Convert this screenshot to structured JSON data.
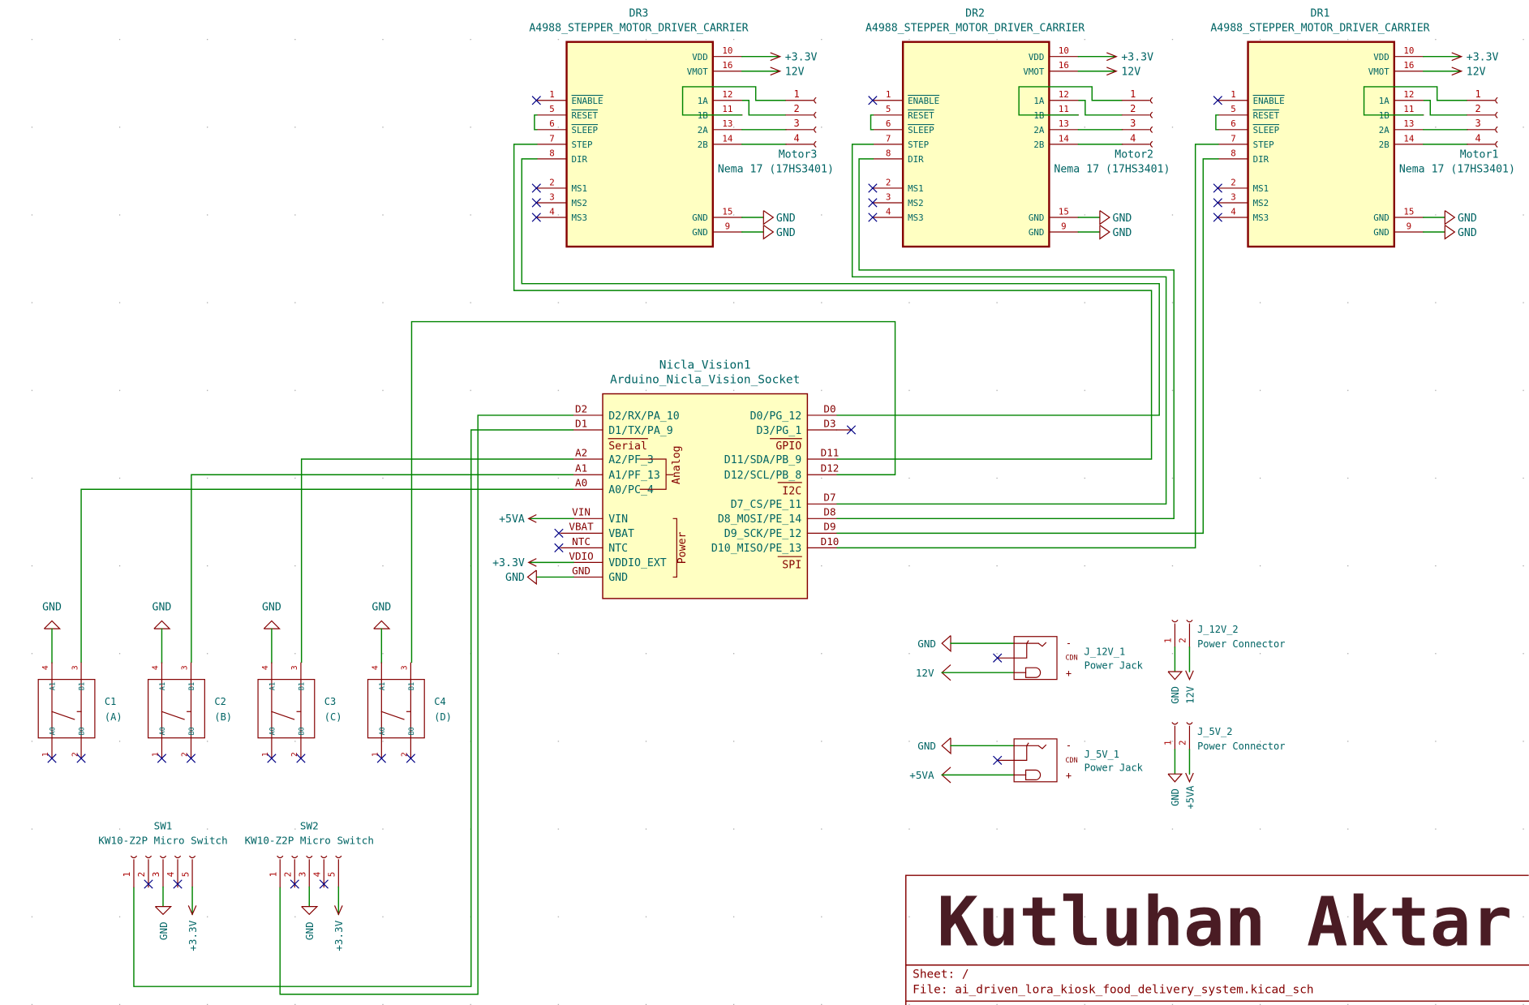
{
  "colors": {
    "component": "#840000",
    "wire": "#008400",
    "label": "#006464",
    "pin_number": "#a90000",
    "no_connect": "#000084",
    "body_fill": "#ffffc2",
    "title_text": "#4a1c24"
  },
  "drivers": [
    {
      "ref": "DR3",
      "value": "A4988_STEPPER_MOTOR_DRIVER_CARRIER",
      "motor_ref": "Motor3",
      "motor_value": "Nema 17 (17HS3401)",
      "vdd_net": "+3.3V",
      "vmot_net": "12V",
      "gnd_net": "GND"
    },
    {
      "ref": "DR2",
      "value": "A4988_STEPPER_MOTOR_DRIVER_CARRIER",
      "motor_ref": "Motor2",
      "motor_value": "Nema 17 (17HS3401)",
      "vdd_net": "+3.3V",
      "vmot_net": "12V",
      "gnd_net": "GND"
    },
    {
      "ref": "DR1",
      "value": "A4988_STEPPER_MOTOR_DRIVER_CARRIER",
      "motor_ref": "Motor1",
      "motor_value": "Nema 17 (17HS3401)",
      "vdd_net": "+3.3V",
      "vmot_net": "12V",
      "gnd_net": "GND"
    }
  ],
  "driver_pins": {
    "left": [
      {
        "name": "ENABLE",
        "num": "1",
        "overbar": true,
        "nc": true
      },
      {
        "name": "RESET",
        "num": "5",
        "overbar": true,
        "nc": false
      },
      {
        "name": "SLEEP",
        "num": "6",
        "overbar": true,
        "nc": false
      },
      {
        "name": "STEP",
        "num": "7",
        "overbar": false,
        "nc": false
      },
      {
        "name": "DIR",
        "num": "8",
        "overbar": false,
        "nc": false
      },
      {
        "name": "MS1",
        "num": "2",
        "overbar": false,
        "nc": true
      },
      {
        "name": "MS2",
        "num": "3",
        "overbar": false,
        "nc": true
      },
      {
        "name": "MS3",
        "num": "4",
        "overbar": false,
        "nc": true
      }
    ],
    "right": [
      {
        "name": "VDD",
        "num": "10"
      },
      {
        "name": "VMOT",
        "num": "16"
      },
      {
        "name": "1A",
        "num": "12"
      },
      {
        "name": "1B",
        "num": "11"
      },
      {
        "name": "2A",
        "num": "13"
      },
      {
        "name": "2B",
        "num": "14"
      },
      {
        "name": "GND",
        "num": "15"
      },
      {
        "name": "GND",
        "num": "9"
      }
    ],
    "motor_pins": [
      "1",
      "2",
      "3",
      "4"
    ]
  },
  "nicla": {
    "ref": "Nicla_Vision1",
    "value": "Arduino_Nicla_Vision_Socket",
    "left_pins": [
      {
        "net": "D2",
        "name": "D2/RX/PA_10"
      },
      {
        "net": "D1",
        "name": "D1/TX/PA_9"
      },
      {
        "net": "A2",
        "name": "A2/PF_3"
      },
      {
        "net": "A1",
        "name": "A1/PF_13"
      },
      {
        "net": "A0",
        "name": "A0/PC_4"
      },
      {
        "net": "VIN",
        "name": "VIN"
      },
      {
        "net": "VBAT",
        "name": "VBAT"
      },
      {
        "net": "NTC",
        "name": "NTC"
      },
      {
        "net": "VDIO",
        "name": "VDDIO_EXT"
      },
      {
        "net": "GND",
        "name": "GND"
      }
    ],
    "right_pins": [
      {
        "net": "D0",
        "name": "D0/PG_12"
      },
      {
        "net": "D3",
        "name": "D3/PG_1"
      },
      {
        "net": "D11",
        "name": "D11/SDA/PB_9"
      },
      {
        "net": "D12",
        "name": "D12/SCL/PB_8"
      },
      {
        "net": "D7",
        "name": "D7_CS/PE_11"
      },
      {
        "net": "D8",
        "name": "D8_MOSI/PE_14"
      },
      {
        "net": "D9",
        "name": "D9_SCK/PE_12"
      },
      {
        "net": "D10",
        "name": "D10_MISO/PE_13"
      }
    ],
    "groups": {
      "serial": "Serial",
      "analog": "Analog",
      "power": "Power",
      "gpio": "GPIO",
      "i2c": "I2C",
      "spi": "SPI"
    },
    "power_nets": {
      "vin": "+5VA",
      "vdio": "+3.3V",
      "gnd": "GND"
    }
  },
  "caps": {
    "items": [
      {
        "ref": "C1",
        "value": "(A)"
      },
      {
        "ref": "C2",
        "value": "(B)"
      },
      {
        "ref": "C3",
        "value": "(C)"
      },
      {
        "ref": "C4",
        "value": "(D)"
      }
    ],
    "pin_numbers": {
      "a1": "4",
      "b1": "3",
      "a0": "1",
      "b0": "2"
    },
    "pin_names": {
      "a1": "A1",
      "b1": "B1",
      "a0": "A0",
      "b0": "B0"
    },
    "gnd_net": "GND"
  },
  "switches": {
    "items": [
      {
        "ref": "SW1",
        "value": "KW10-Z2P Micro Switch"
      },
      {
        "ref": "SW2",
        "value": "KW10-Z2P Micro Switch"
      }
    ],
    "pin_numbers": [
      "1",
      "2",
      "3",
      "4",
      "5"
    ],
    "gnd_net": "GND",
    "pwr_net": "+3.3V"
  },
  "jacks": {
    "items": [
      {
        "ref": "J_12V_1",
        "value": "Power Jack",
        "gnd_net": "GND",
        "pwr_net": "12V"
      },
      {
        "ref": "J_5V_1",
        "value": "Power Jack",
        "gnd_net": "GND",
        "pwr_net": "+5VA"
      }
    ],
    "marks": {
      "cdn": "CDN",
      "minus": "-",
      "plus": "+"
    }
  },
  "connectors": {
    "items": [
      {
        "ref": "J_12V_2",
        "value": "Power Connector",
        "nets": [
          "GND",
          "12V"
        ]
      },
      {
        "ref": "J_5V_2",
        "value": "Power Connector",
        "nets": [
          "GND",
          "+5VA"
        ]
      }
    ],
    "pin_numbers": [
      "1",
      "2"
    ]
  },
  "title_block": {
    "author": "Kutluhan Aktar",
    "sheet": "Sheet: /",
    "file": "File: ai_driven_lora_kiosk_food_delivery_system.kicad_sch"
  }
}
